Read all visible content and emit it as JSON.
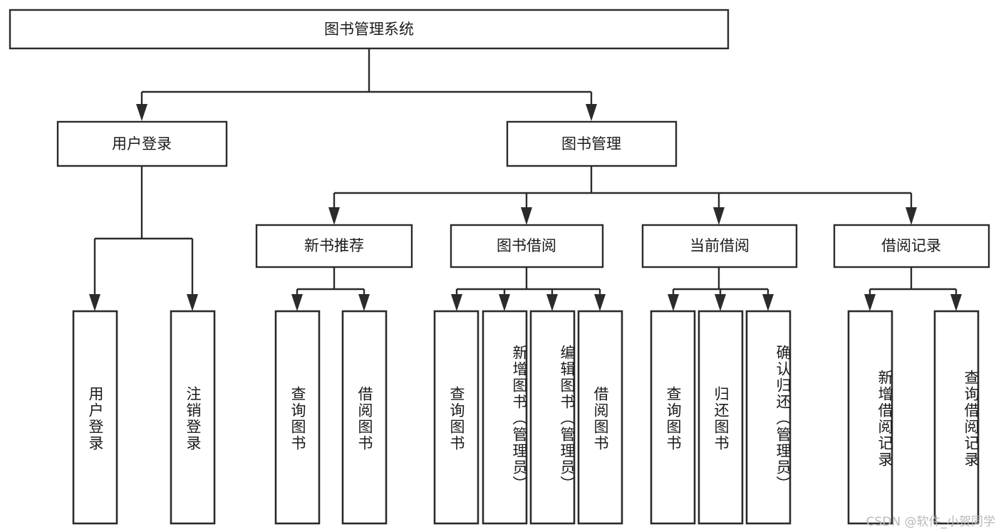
{
  "diagram": {
    "title": "图书管理系统",
    "type": "tree",
    "watermark": "CSDN @软件_小贺同学",
    "colors": {
      "background": "#ffffff",
      "stroke": "#2b2b2b",
      "box_fill": "#ffffff",
      "text": "#1a1a1a",
      "watermark": "#b9b9b9"
    },
    "root": {
      "label": "图书管理系统"
    },
    "level2": [
      {
        "label": "用户登录"
      },
      {
        "label": "图书管理"
      }
    ],
    "level3": [
      {
        "label": "新书推荐"
      },
      {
        "label": "图书借阅"
      },
      {
        "label": "当前借阅"
      },
      {
        "label": "借阅记录"
      }
    ],
    "leaves": {
      "user_login": [
        {
          "label": "用户登录"
        },
        {
          "label": "注销登录"
        }
      ],
      "new_book": [
        {
          "label": "查询图书"
        },
        {
          "label": "借阅图书"
        }
      ],
      "book_borrow": [
        {
          "label": "查询图书"
        },
        {
          "label": "新增图书（管理员）"
        },
        {
          "label": "编辑图书（管理员）"
        },
        {
          "label": "借阅图书"
        }
      ],
      "current_borrow": [
        {
          "label": "查询图书"
        },
        {
          "label": "归还图书"
        },
        {
          "label": "确认归还（管理员）"
        }
      ],
      "borrow_record": [
        {
          "label": "新增借阅记录"
        },
        {
          "label": "查询借阅记录"
        }
      ]
    }
  }
}
